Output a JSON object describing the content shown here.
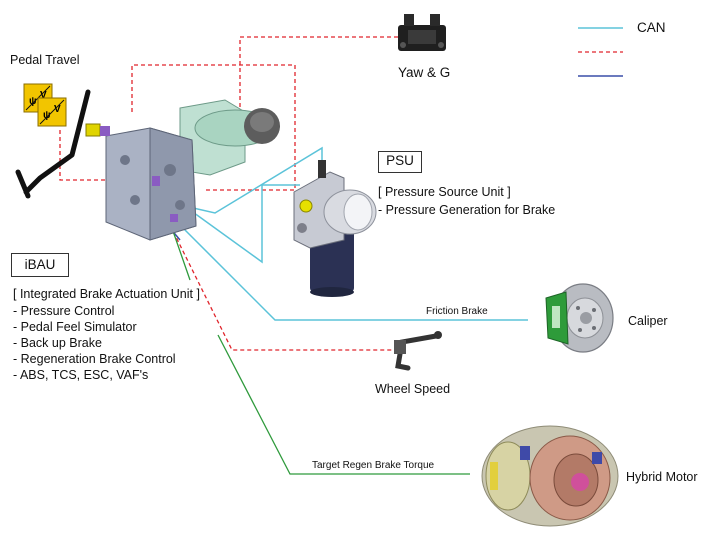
{
  "colors": {
    "can": "#5bc3d9",
    "dashed": "#e0252c",
    "blue": "#3a4fa8",
    "green": "#2f9a3c",
    "sensor_yellow": "#f2c500"
  },
  "legend": {
    "items": [
      {
        "label": "CAN",
        "style": "solid",
        "color": "#5bc3d9"
      },
      {
        "label": "",
        "style": "dashed",
        "color": "#e0252c"
      },
      {
        "label": "",
        "style": "solid",
        "color": "#3a4fa8"
      }
    ]
  },
  "labels": {
    "pedal_travel": "Pedal Travel",
    "yaw_g": "Yaw & G",
    "psu_box": "PSU",
    "psu_full": "[ Pressure Source Unit ]",
    "psu_desc": "- Pressure Generation for Brake",
    "ibau_box": "iBAU",
    "ibau_full": "[ Integrated Brake Actuation Unit ]",
    "ibau_items": [
      "- Pressure Control",
      "- Pedal Feel Simulator",
      "- Back up Brake",
      "- Regeneration Brake Control",
      "- ABS, TCS, ESC, VAF's"
    ],
    "friction_brake": "Friction Brake",
    "caliper": "Caliper",
    "wheel_speed": "Wheel Speed",
    "target_regen": "Target Regen Brake Torque",
    "hybrid_motor": "Hybrid Motor"
  },
  "icons": {
    "pedal_sensor": "pedal-travel-sensor-icon",
    "brake_pedal": "brake-pedal-icon",
    "yaw_sensor": "yaw-g-sensor-icon",
    "ibau_unit": "ibau-unit-image",
    "psu_unit": "psu-motor-image",
    "caliper": "brake-caliper-disc-image",
    "wheel_speed_sensor": "wheel-speed-sensor-image",
    "hybrid_motor": "hybrid-motor-image"
  }
}
